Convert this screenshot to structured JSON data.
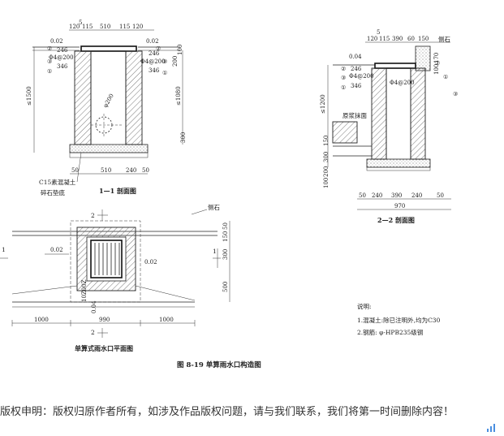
{
  "figure": {
    "caption": "图 8-19   单算雨水口构造图"
  },
  "section_1_1": {
    "title": "1—1  剖面图",
    "top_dims": [
      "5",
      "120",
      "115",
      "510",
      "115",
      "120"
    ],
    "labels": {
      "left_offset": "0.02",
      "right_offset": "0.02",
      "rebar_left": "Φ4@200",
      "rebar_right": "Φ4@200",
      "size_246_l": "246",
      "size_246_r": "246",
      "size_346_l": "346",
      "size_346_r": "346",
      "circle_1": "①",
      "circle_2": "②",
      "circle_3": "③",
      "circle_1r": "①",
      "circle_2r": "②",
      "circle_3r": "③",
      "pipe": "φ200",
      "left_height": "≤1500",
      "right_height": "≤1080",
      "dim_200": "200",
      "dim_100": "100",
      "dim_300": "300",
      "base_left": "50",
      "base_mid": "510",
      "base_right1": "240",
      "base_right2": "50",
      "c15_label": "C15素混凝土",
      "gravel_label": "碎石垫底"
    }
  },
  "section_2_2": {
    "title": "2—2  剖面图",
    "top_dims": [
      "5",
      "120",
      "115",
      "390",
      "60",
      "150"
    ],
    "labels": {
      "curb": "侧石",
      "offset": "0.04",
      "size_246": "246",
      "rebar": "Φ4@200",
      "size_346": "346",
      "rebar_right": "Φ4@200",
      "circle_1": "①",
      "circle_2": "②",
      "circle_3": "③",
      "circle_1b": "①",
      "circle_2b": "②",
      "circle_3b": "③",
      "height": "≤1200",
      "road_base": "原浆抹面",
      "dim_170": "170",
      "dim_100": "100",
      "dim_300": "300",
      "dim_150": "150",
      "dim_200": "200",
      "dim_100b": "100",
      "bottom": [
        "50",
        "240",
        "390",
        "240",
        "50"
      ],
      "total": "970"
    }
  },
  "plan": {
    "title": "单算式雨水口平面图",
    "curb": "侧石",
    "mark_2_top": "2",
    "mark_2_bottom": "2",
    "mark_1_left": "1",
    "mark_1_right": "1",
    "offset_left": "0.02",
    "offset_right": "0.02",
    "offset_bottom": "0.04",
    "dim_1000_left": "1000",
    "dim_990": "990",
    "dim_1000_right": "1000",
    "dim_150": "150",
    "dim_50": "50",
    "dim_500": "500",
    "dim_300": "300",
    "dim_bottom_small": "10Z00Z"
  },
  "notes": {
    "title": "说明:",
    "line1": "1.混凝土:除已注明外,均为C30",
    "line2": "2.钢筋: φ-HPB235级钢"
  },
  "copyright": "版权申明：版权归原作者所有，如涉及作品版权问题，请与我们联系，我们将第一时间删除内容！"
}
